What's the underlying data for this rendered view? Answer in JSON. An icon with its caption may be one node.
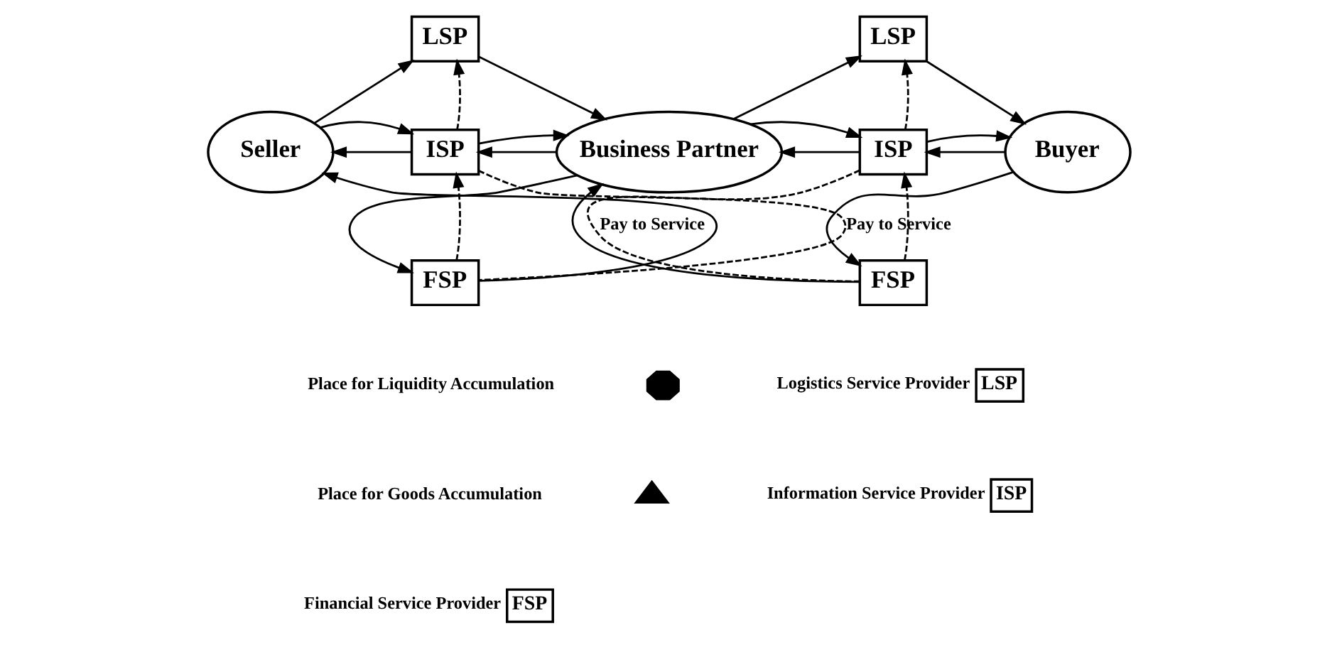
{
  "diagram": {
    "nodes": [
      {
        "text": [
          "Seller"
        ]
      },
      {
        "text": [
          "LSP"
        ]
      },
      {
        "text": [
          "ISP"
        ]
      },
      {
        "text": [
          "FSP"
        ]
      },
      {
        "text": [
          "Business Partner"
        ]
      },
      {
        "text": [
          "LSP"
        ]
      },
      {
        "text": [
          "ISP"
        ]
      },
      {
        "text": [
          "FSP"
        ]
      },
      {
        "text": [
          "Buyer"
        ]
      },
      {
        "text": [],
        "shape": "octagon"
      },
      {
        "text": [],
        "shape": "triangle"
      }
    ],
    "edges": [
      {
        "from": 0,
        "to": 1,
        "arrow": "to"
      },
      {
        "from": 1,
        "to": 4,
        "arrow": "to"
      },
      {
        "from": 2,
        "to": 0,
        "arrow": "to"
      },
      {
        "from": 0,
        "to": 2,
        "arrow": "to"
      },
      {
        "from": 4,
        "to": 2,
        "arrow": "to"
      },
      {
        "from": 2,
        "to": 4,
        "arrow": "to"
      },
      {
        "from": 3,
        "to": 0,
        "arrow": "to"
      },
      {
        "from": 4,
        "to": 3,
        "arrow": "to"
      },
      {
        "from": 2,
        "to": 1,
        "arrow": "to",
        "style": "dashed"
      },
      {
        "from": 2,
        "to": 3,
        "arrow": "none",
        "style": "dashed",
        "label": "Pay to Service"
      },
      {
        "from": 3,
        "to": 2,
        "arrow": "to",
        "style": "dashed"
      },
      {
        "from": 4,
        "to": 5,
        "arrow": "to"
      },
      {
        "from": 5,
        "to": 8,
        "arrow": "to"
      },
      {
        "from": 6,
        "to": 4,
        "arrow": "to"
      },
      {
        "from": 4,
        "to": 6,
        "arrow": "to"
      },
      {
        "from": 8,
        "to": 6,
        "arrow": "to"
      },
      {
        "from": 6,
        "to": 8,
        "arrow": "to"
      },
      {
        "from": 7,
        "to": 4,
        "arrow": "to"
      },
      {
        "from": 8,
        "to": 7,
        "arrow": "to"
      },
      {
        "from": 6,
        "to": 5,
        "arrow": "to",
        "style": "dashed"
      },
      {
        "from": 6,
        "to": 7,
        "arrow": "none",
        "style": "dashed",
        "label": "Pay to Service"
      },
      {
        "from": 7,
        "to": 6,
        "arrow": "to",
        "style": "dashed"
      }
    ],
    "labels": [
      "LSP",
      "ISP",
      "FSP"
    ],
    "legend": [
      {
        "text": "Place for Liquidity Accumulation"
      },
      {
        "text": "Place for Goods Accumulation"
      },
      {
        "text": "Logistics Service Provider"
      },
      {
        "text": "Information Service Provider"
      },
      {
        "text": "Financial Service Provider"
      }
    ]
  }
}
